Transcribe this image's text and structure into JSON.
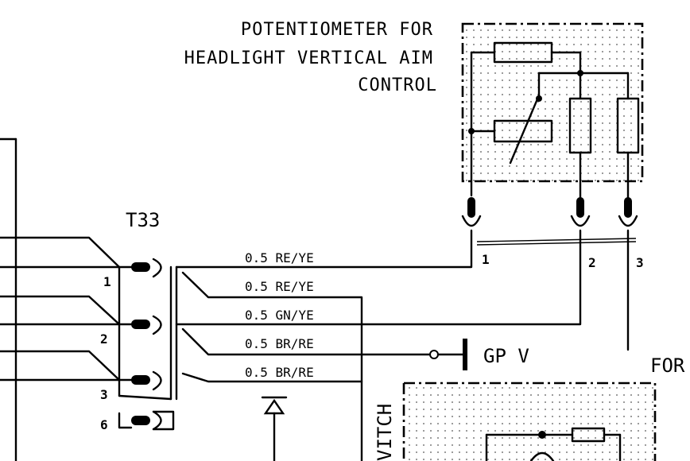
{
  "potentiometer": {
    "title_line1": "POTENTIOMETER FOR",
    "title_line2": "HEADLIGHT VERTICAL AIM",
    "title_line3": "CONTROL",
    "pin1": "1",
    "pin2": "2",
    "pin3": "3"
  },
  "connector": {
    "name": "T33",
    "pin1": "1",
    "pin2": "2",
    "pin3": "3",
    "pin6": "6"
  },
  "wires": [
    {
      "label": "0.5 RE/YE"
    },
    {
      "label": "0.5 RE/YE"
    },
    {
      "label": "0.5 GN/YE"
    },
    {
      "label": "0.5 BR/RE"
    },
    {
      "label": "0.5 BR/RE"
    }
  ],
  "ground": {
    "label": "GP V"
  },
  "right_edge_text": "FOR",
  "switch_partial": "VITCH"
}
